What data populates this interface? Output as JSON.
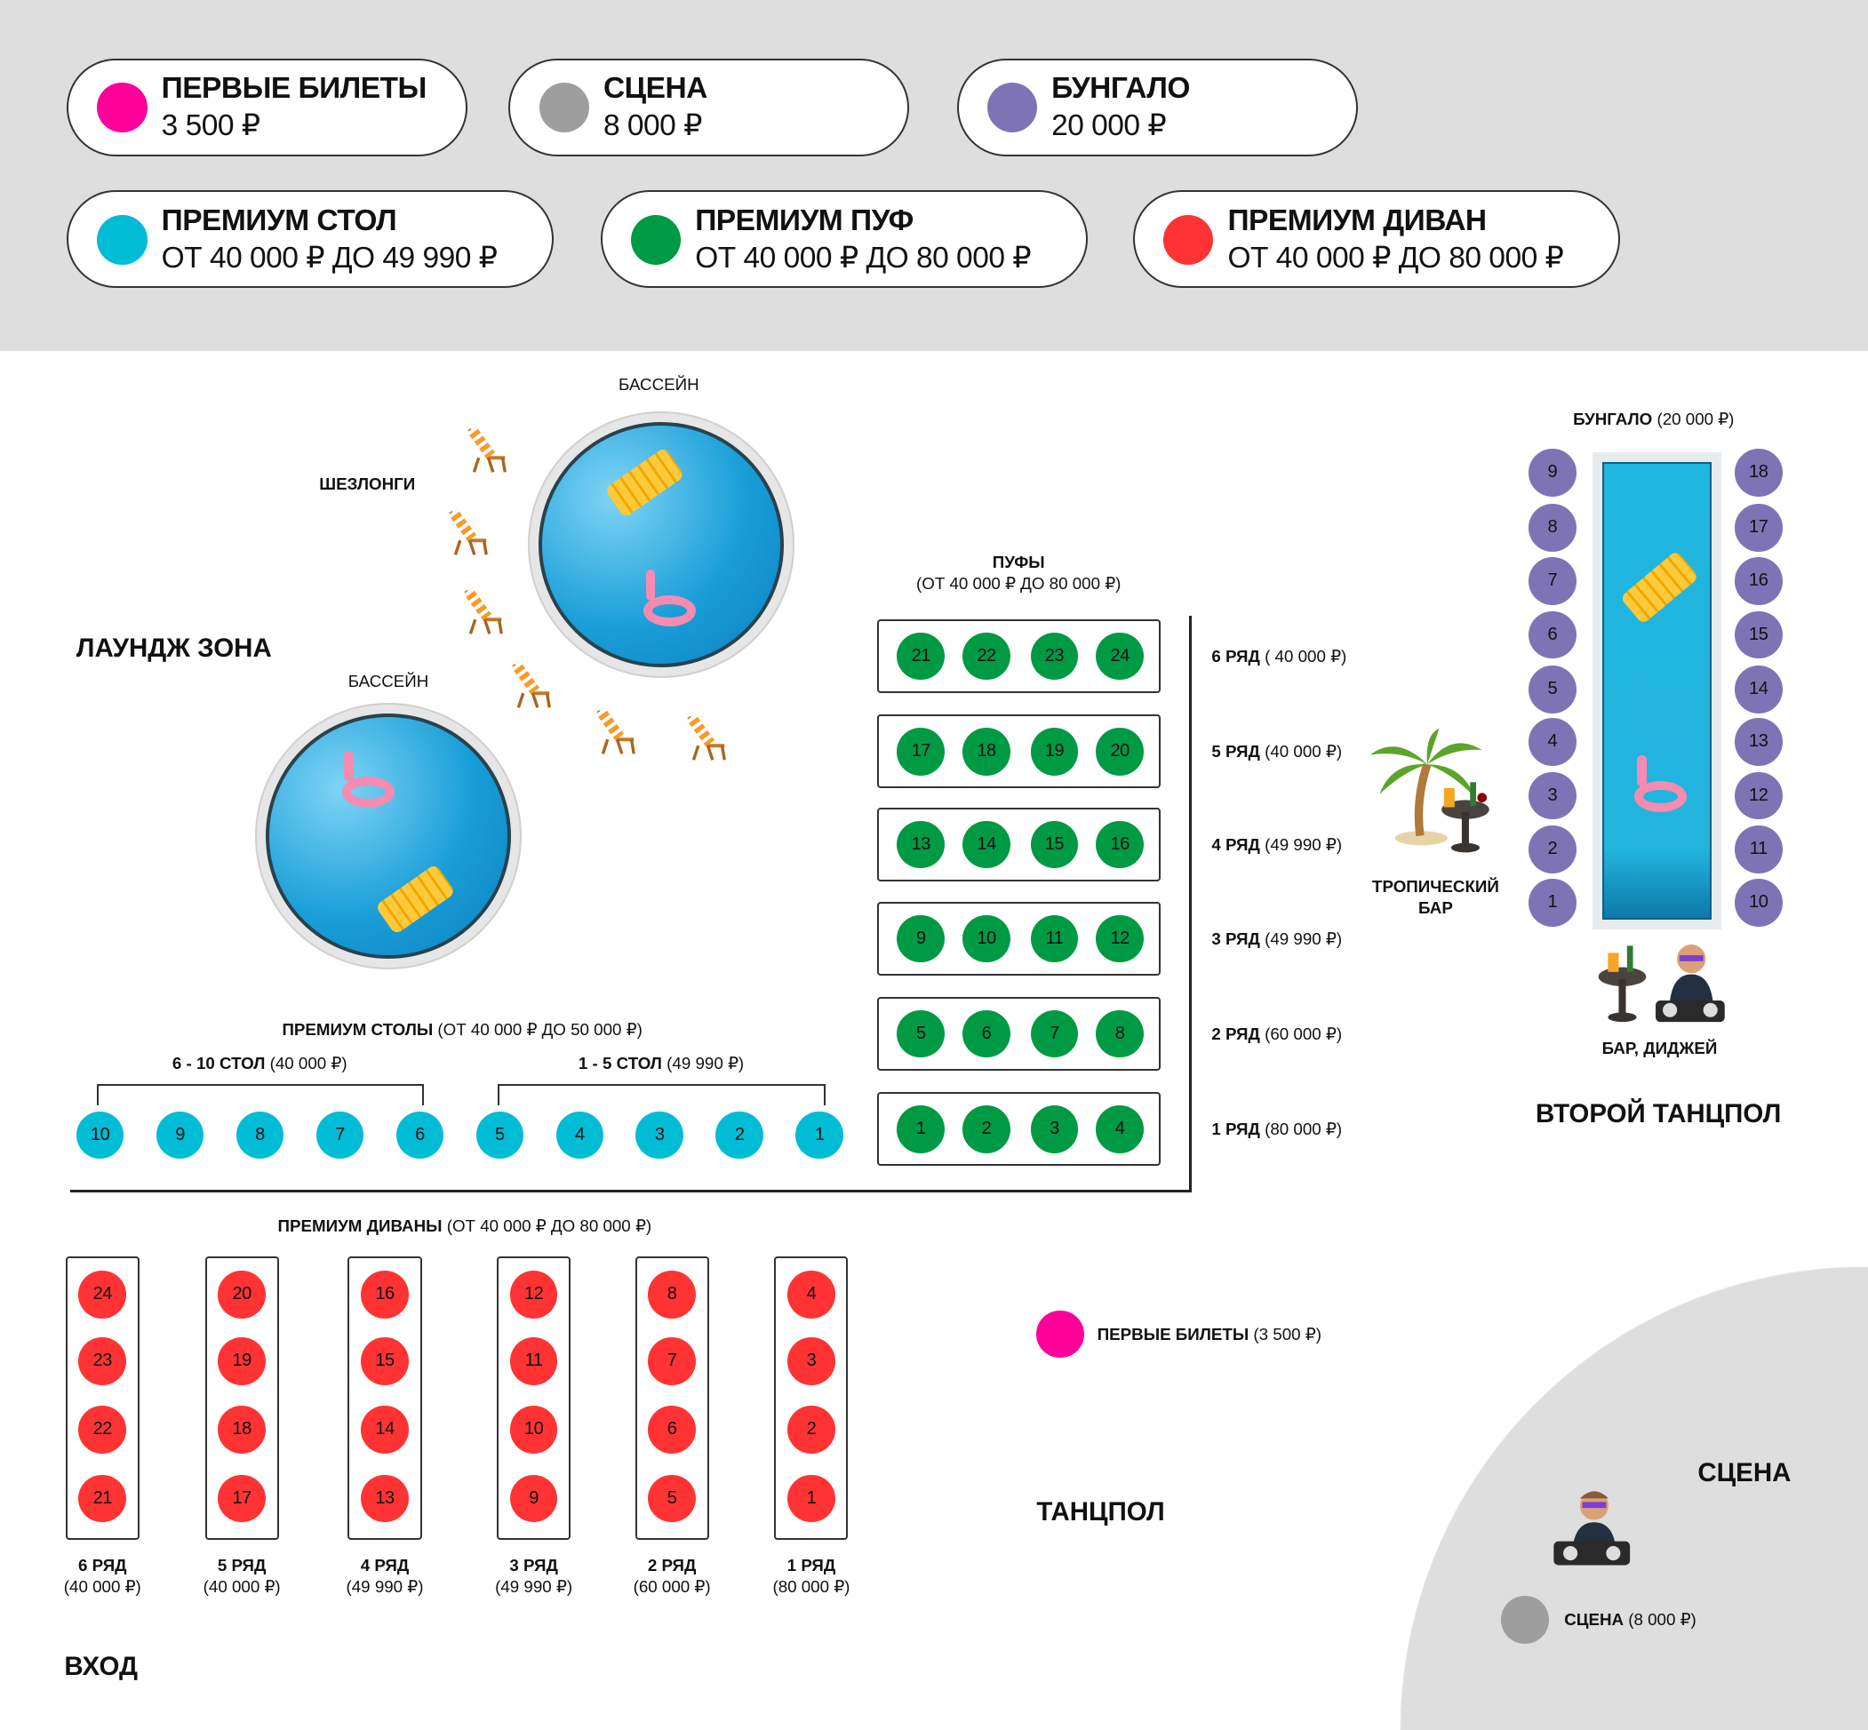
{
  "colors": {
    "first": "#ff0099",
    "stage": "#9e9e9e",
    "bungalow": "#7e74b5",
    "table": "#00bcd4",
    "puf": "#009a44",
    "divan": "#ff3333",
    "band": "#dedede"
  },
  "legend": [
    {
      "title": "ПЕРВЫЕ БИЛЕТЫ",
      "price": "3 500 ₽",
      "color": "#ff0099"
    },
    {
      "title": "СЦЕНА",
      "price": "8 000 ₽",
      "color": "#9e9e9e"
    },
    {
      "title": "БУНГАЛО",
      "price": "20 000 ₽",
      "color": "#7e74b5"
    },
    {
      "title": "ПРЕМИУМ СТОЛ",
      "price": "ОТ 40 000 ₽ ДО 49 990 ₽",
      "color": "#00bcd4"
    },
    {
      "title": "ПРЕМИУМ ПУФ",
      "price": "ОТ 40 000 ₽ ДО 80 000 ₽",
      "color": "#009a44"
    },
    {
      "title": "ПРЕМИУМ ДИВАН",
      "price": "ОТ 40 000 ₽ ДО 80 000 ₽",
      "color": "#ff3333"
    }
  ],
  "map": {
    "pool_label": "БАССЕЙН",
    "loungers_label": "ШЕЗЛОНГИ",
    "lounge_zone": "ЛАУНДЖ ЗОНА",
    "pufs": {
      "title": "ПУФЫ",
      "subtitle": "(ОТ 40 000 ₽ ДО 80 000 ₽)",
      "rows": [
        {
          "name": "6 РЯД",
          "price": " ( 40 000 ₽)",
          "seats": [
            "21",
            "22",
            "23",
            "24"
          ]
        },
        {
          "name": "5 РЯД",
          "price": " (40 000 ₽)",
          "seats": [
            "17",
            "18",
            "19",
            "20"
          ]
        },
        {
          "name": "4 РЯД",
          "price": " (49 990 ₽)",
          "seats": [
            "13",
            "14",
            "15",
            "16"
          ]
        },
        {
          "name": "3 РЯД",
          "price": " (49 990 ₽)",
          "seats": [
            "9",
            "10",
            "11",
            "12"
          ]
        },
        {
          "name": "2 РЯД",
          "price": " (60 000 ₽)",
          "seats": [
            "5",
            "6",
            "7",
            "8"
          ]
        },
        {
          "name": "1 РЯД",
          "price": " (80 000 ₽)",
          "seats": [
            "1",
            "2",
            "3",
            "4"
          ]
        }
      ]
    },
    "tables": {
      "title": "ПРЕМИУМ СТОЛЫ",
      "title_price": " (ОТ 40 000 ₽ ДО 50 000 ₽)",
      "group1_name": "6 - 10 СТОЛ",
      "group1_price": " (40 000 ₽)",
      "group2_name": "1 - 5 СТОЛ",
      "group2_price": " (49 990 ₽)",
      "seats": [
        "10",
        "9",
        "8",
        "7",
        "6",
        "5",
        "4",
        "3",
        "2",
        "1"
      ]
    },
    "divans": {
      "title": "ПРЕМИУМ ДИВАНЫ",
      "title_price": " (ОТ 40 000 ₽ ДО 80 000 ₽)",
      "rows": [
        {
          "name": "6 РЯД",
          "price": "(40 000 ₽)",
          "seats": [
            "24",
            "23",
            "22",
            "21"
          ]
        },
        {
          "name": "5 РЯД",
          "price": "(40 000 ₽)",
          "seats": [
            "20",
            "19",
            "18",
            "17"
          ]
        },
        {
          "name": "4 РЯД",
          "price": "(49 990 ₽)",
          "seats": [
            "16",
            "15",
            "14",
            "13"
          ]
        },
        {
          "name": "3 РЯД",
          "price": "(49 990 ₽)",
          "seats": [
            "12",
            "11",
            "10",
            "9"
          ]
        },
        {
          "name": "2 РЯД",
          "price": "(60 000 ₽)",
          "seats": [
            "8",
            "7",
            "6",
            "5"
          ]
        },
        {
          "name": "1 РЯД",
          "price": "(80 000 ₽)",
          "seats": [
            "4",
            "3",
            "2",
            "1"
          ]
        }
      ]
    },
    "bungalow": {
      "title": "БУНГАЛО",
      "price": " (20 000 ₽)",
      "left": [
        "9",
        "8",
        "7",
        "6",
        "5",
        "4",
        "3",
        "2",
        "1"
      ],
      "right": [
        "18",
        "17",
        "16",
        "15",
        "14",
        "13",
        "12",
        "11",
        "10"
      ]
    },
    "tropical_bar": [
      "ТРОПИЧЕСКИЙ",
      "БАР"
    ],
    "bar_dj": "БАР, ДИДЖЕЙ",
    "second_dancefloor": "ВТОРОЙ ТАНЦПОЛ",
    "first_tickets": {
      "name": "ПЕРВЫЕ БИЛЕТЫ",
      "price": " (3 500 ₽)"
    },
    "dancefloor": "ТАНЦПОЛ",
    "entrance": "ВХОД",
    "stage_title": "СЦЕНА",
    "stage_legend": {
      "name": "СЦЕНА",
      "price": " (8 000 ₽)"
    }
  }
}
